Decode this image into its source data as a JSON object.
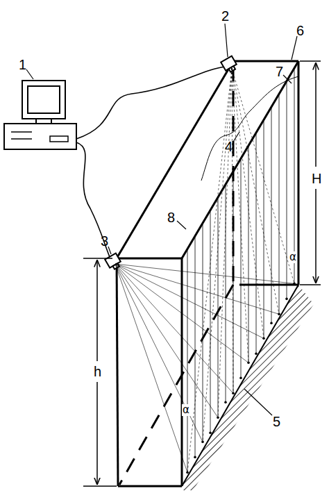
{
  "diagram": {
    "labels": [
      "1",
      "2",
      "3",
      "4",
      "5",
      "6",
      "7",
      "8",
      "H",
      "h",
      "α",
      "α"
    ]
  }
}
